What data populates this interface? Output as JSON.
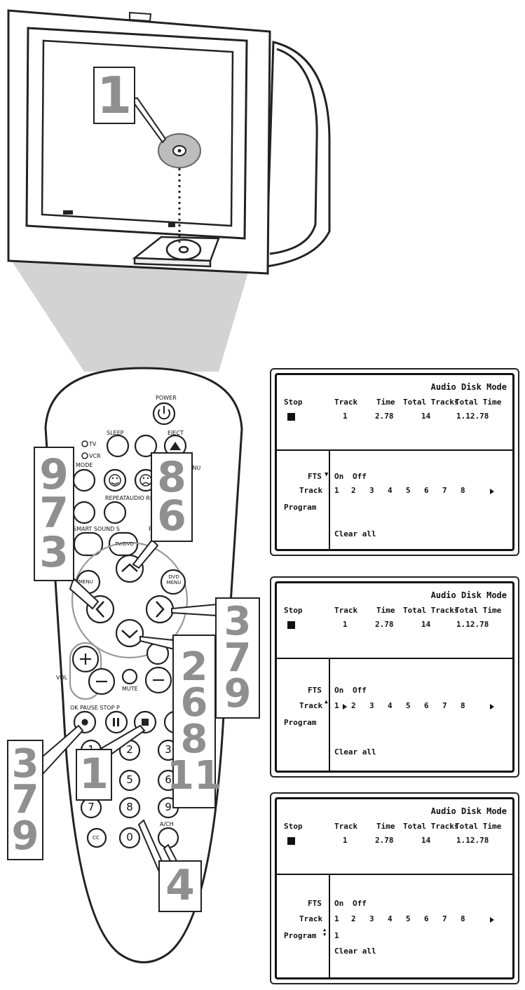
{
  "callouts": {
    "tv_step": "1",
    "left_top": [
      "9",
      "7",
      "3"
    ],
    "center_top": [
      "8",
      "6"
    ],
    "right_mid": [
      "3",
      "7",
      "9"
    ],
    "center_down": [
      "2",
      "6",
      "8",
      "11"
    ],
    "left_bottom": [
      "3",
      "7",
      "9"
    ],
    "stop_step": "1",
    "numpad_step": "4"
  },
  "remote": {
    "power": "POWER",
    "sleep": "SLEEP",
    "eject": "EJECT",
    "tv": "TV",
    "vcr": "VCR",
    "mode": "MODE",
    "system_menu": "SYSTEM MENU",
    "repeat_row": "REPEATAUDIO REPEAT",
    "smart_sound": "SMART SOUND S",
    "re": "RE",
    "tvdvd": "TV/DVD",
    "menu": "MENU",
    "dvd_menu": "DVD MENU",
    "vol": "VOL",
    "mute": "MUTE",
    "ok_row": "OK PAUSE STOP P",
    "cc": "CC",
    "ach": "A/CH",
    "digits": [
      "1",
      "2",
      "3",
      "5",
      "6",
      "7",
      "8",
      "9",
      "0"
    ]
  },
  "osd_panels": [
    {
      "mode": "Audio Disk Mode",
      "headers": [
        "Stop",
        "Track",
        "Time",
        "Total Tracks",
        "Total Time"
      ],
      "values": [
        "1",
        "2.78",
        "14",
        "1.12.78"
      ],
      "fts": "FTS",
      "fts_marker": "▼",
      "on": "On",
      "off": "Off",
      "track_label": "Track",
      "tracks": [
        "1",
        "2",
        "3",
        "4",
        "5",
        "6",
        "7",
        "8"
      ],
      "program_label": "Program",
      "program_value": "",
      "clear_all": "Clear all"
    },
    {
      "mode": "Audio Disk Mode",
      "headers": [
        "Stop",
        "Track",
        "Time",
        "Total Tracks",
        "Total Time"
      ],
      "values": [
        "1",
        "2.78",
        "14",
        "1.12.78"
      ],
      "fts": "FTS",
      "fts_marker": "",
      "on": "On",
      "off": "Off",
      "track_label": "Track",
      "tracks": [
        "1",
        "2",
        "3",
        "4",
        "5",
        "6",
        "7",
        "8"
      ],
      "program_label": "Program",
      "program_value": "",
      "clear_all": "Clear all"
    },
    {
      "mode": "Audio Disk Mode",
      "headers": [
        "Stop",
        "Track",
        "Time",
        "Total Tracks",
        "Total Time"
      ],
      "values": [
        "1",
        "2.78",
        "14",
        "1.12.78"
      ],
      "fts": "FTS",
      "fts_marker": "",
      "on": "On",
      "off": "Off",
      "track_label": "Track",
      "tracks": [
        "1",
        "2",
        "3",
        "4",
        "5",
        "6",
        "7",
        "8"
      ],
      "program_label": "Program",
      "program_value": "1",
      "clear_all": "Clear all"
    }
  ]
}
